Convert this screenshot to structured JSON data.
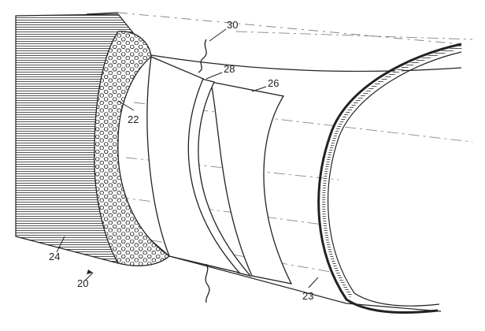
{
  "figure": {
    "labels": {
      "l30": "30",
      "l28": "28",
      "l26": "26",
      "l22": "22",
      "l24": "24",
      "l20": "20",
      "l23": "23"
    },
    "colors": {
      "ink": "#222222",
      "paper": "#ffffff"
    }
  }
}
